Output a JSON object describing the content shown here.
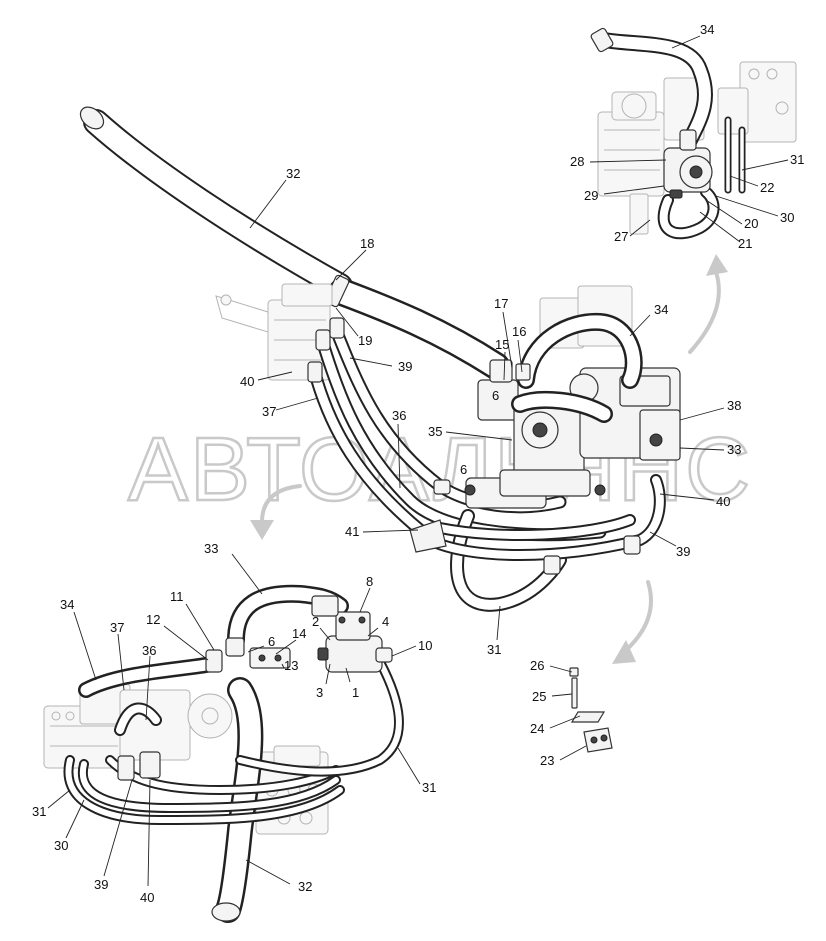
{
  "watermark": "АВТОАЛЬЯНС",
  "views": {
    "main": {
      "callouts": [
        "32",
        "18",
        "19",
        "39",
        "40",
        "37",
        "36",
        "17",
        "16",
        "15",
        "6",
        "35",
        "6",
        "34",
        "38",
        "33",
        "40",
        "39",
        "41",
        "31"
      ]
    },
    "pump_detail": {
      "callouts": [
        "34",
        "31",
        "22",
        "28",
        "29",
        "27",
        "20",
        "30",
        "21"
      ]
    },
    "lower_left": {
      "callouts": [
        "33",
        "8",
        "11",
        "6",
        "14",
        "2",
        "4",
        "10",
        "12",
        "13",
        "3",
        "1",
        "34",
        "37",
        "36",
        "31",
        "30",
        "39",
        "40",
        "32",
        "31"
      ]
    },
    "fastener": {
      "callouts": [
        "26",
        "25",
        "24",
        "23"
      ]
    }
  }
}
